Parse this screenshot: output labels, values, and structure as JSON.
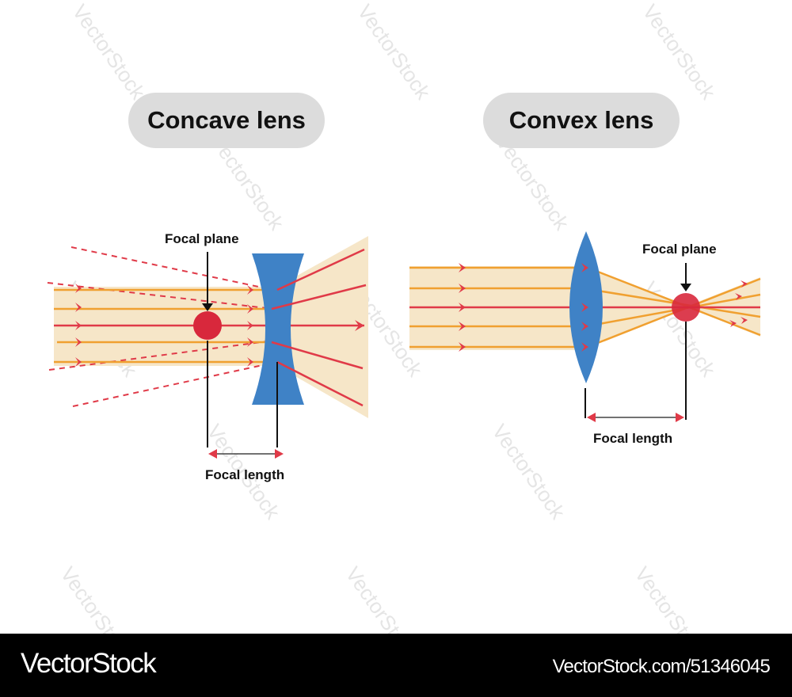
{
  "concave": {
    "title": "Concave lens",
    "focal_plane_label": "Focal plane",
    "focal_length_label": "Focal length"
  },
  "convex": {
    "title": "Convex lens",
    "focal_plane_label": "Focal plane",
    "focal_length_label": "Focal length"
  },
  "footer": {
    "brand": "VectorStock",
    "url": "VectorStock.com/51346045"
  },
  "watermark": "VectorStock",
  "colors": {
    "lens": "#3f82c6",
    "beam": "#f6e6c8",
    "ray_orange": "#f0a030",
    "ray_red": "#e03a48",
    "focal_point": "#d8283c",
    "pill": "#dcdcdc",
    "footer": "#000000"
  }
}
